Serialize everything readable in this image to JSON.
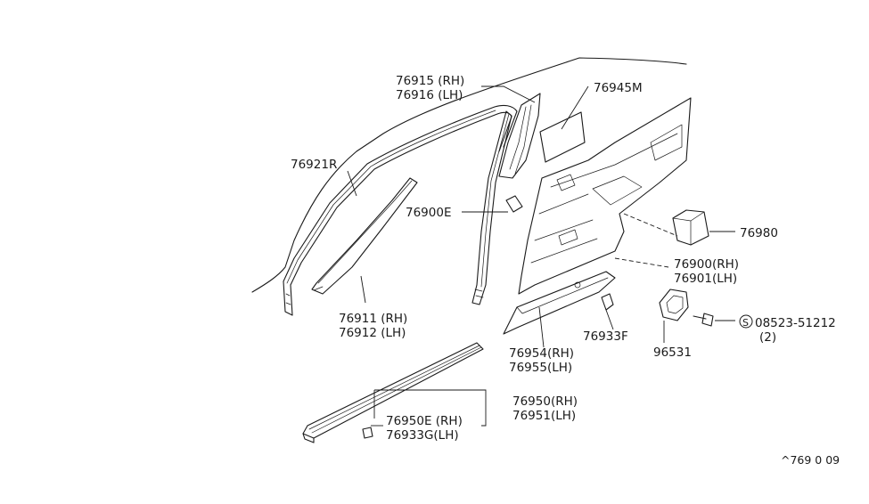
{
  "diagram": {
    "callouts": {
      "p76915": "76915 (RH)",
      "p76916": "76916 (LH)",
      "p76945m": "76945M",
      "p76921r": "76921R",
      "p76900e": "76900E",
      "p76980": "76980",
      "p76900": "76900(RH)",
      "p76901": "76901(LH)",
      "p76911": "76911 (RH)",
      "p76912": "76912 (LH)",
      "p76954": "76954(RH)",
      "p76955": "76955(LH)",
      "p76933f": "76933F",
      "p96531": "96531",
      "p08523": "08523-51212",
      "p08523_qty": "(2)",
      "screw_symbol": "S",
      "p76950": "76950(RH)",
      "p76951": "76951(LH)",
      "p76950e": "76950E (RH)",
      "p76933g": "76933G(LH)"
    },
    "ref_code": "^769 0 09"
  }
}
